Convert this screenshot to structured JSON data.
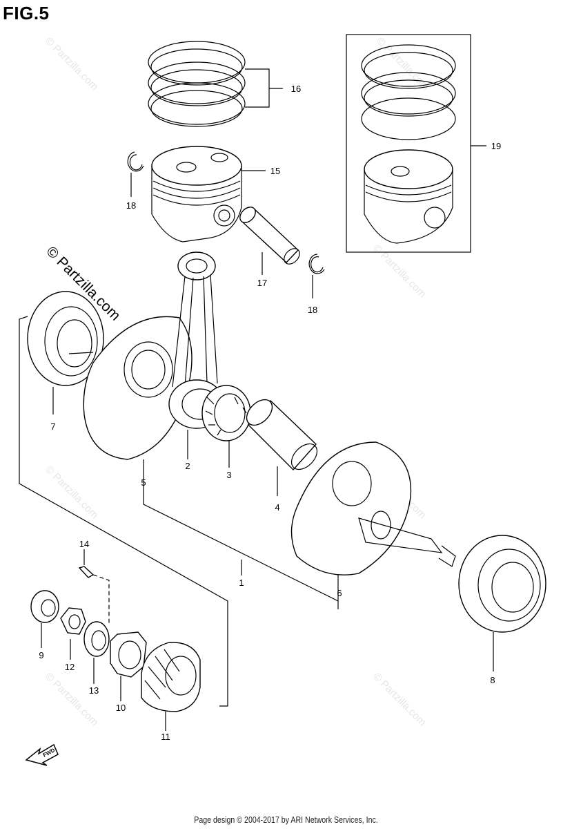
{
  "figure": {
    "title": "FIG.5"
  },
  "watermark": {
    "text": "© Partzilla.com"
  },
  "fwd_label": "FWD",
  "callouts": [
    {
      "id": "1",
      "text": "1"
    },
    {
      "id": "2",
      "text": "2"
    },
    {
      "id": "3",
      "text": "3"
    },
    {
      "id": "4",
      "text": "4"
    },
    {
      "id": "5",
      "text": "5"
    },
    {
      "id": "6",
      "text": "6"
    },
    {
      "id": "7",
      "text": "7"
    },
    {
      "id": "8",
      "text": "8"
    },
    {
      "id": "9",
      "text": "9"
    },
    {
      "id": "10",
      "text": "10"
    },
    {
      "id": "11",
      "text": "11"
    },
    {
      "id": "12",
      "text": "12"
    },
    {
      "id": "13",
      "text": "13"
    },
    {
      "id": "14",
      "text": "14"
    },
    {
      "id": "15",
      "text": "15"
    },
    {
      "id": "16",
      "text": "16"
    },
    {
      "id": "17",
      "text": "17"
    },
    {
      "id": "18a",
      "text": "18"
    },
    {
      "id": "18b",
      "text": "18"
    },
    {
      "id": "19",
      "text": "19"
    }
  ],
  "footer": {
    "text": "Page design © 2004-2017 by ARI Network Services, Inc."
  }
}
